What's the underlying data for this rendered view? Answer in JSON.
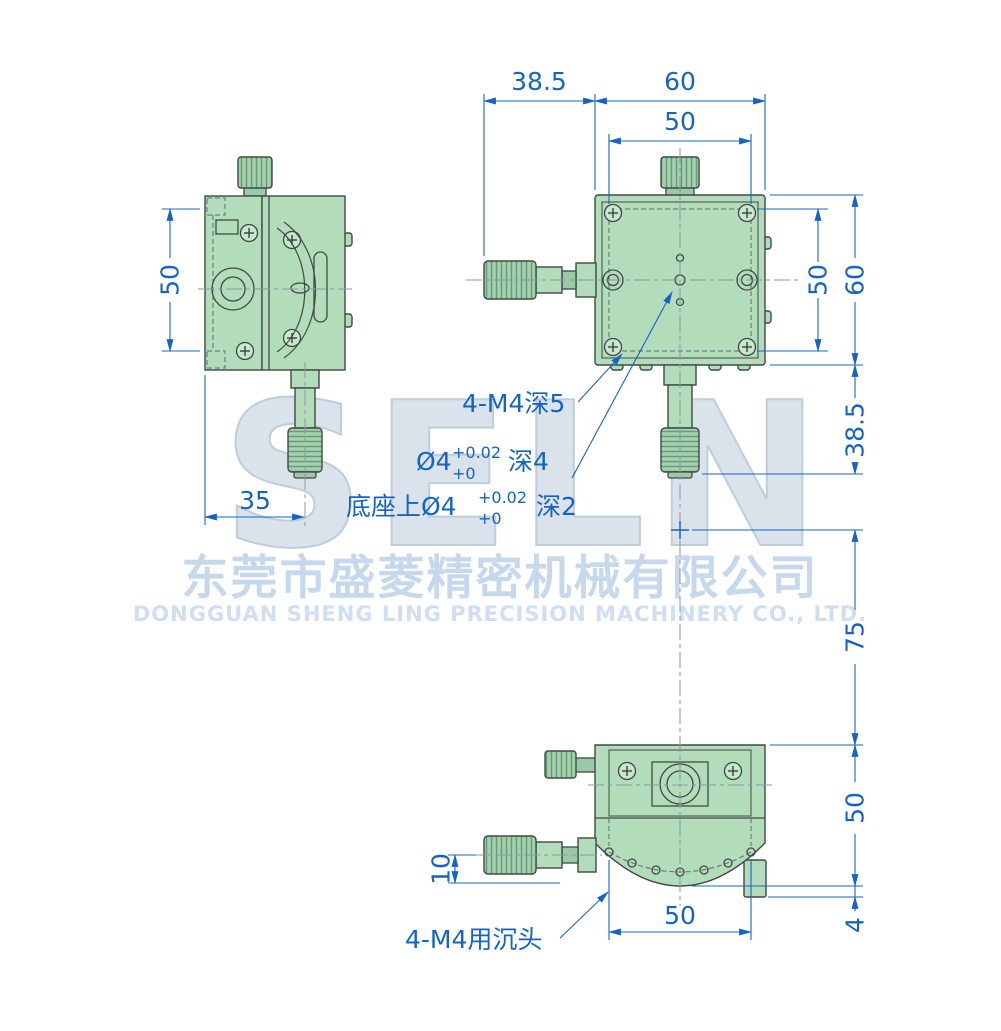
{
  "watermark": {
    "logo": "SELN",
    "company_cn": "东莞市盛菱精密机械有限公司",
    "company_en": "DONGGUAN SHENG LING PRECISION MACHINERY CO., LTD."
  },
  "dims": {
    "mic_left_width": "38.5",
    "body_width": "60",
    "bolt_span_h": "50",
    "bolt_span_v": "50",
    "body_height": "60",
    "mic_drop": "38.5",
    "side_bolt_span": "50",
    "side_width": "35",
    "center_to_bottom": "75",
    "bottom_height": "50",
    "lip": "4",
    "mic_axis_offset": "10",
    "bottom_bolt_span": "50"
  },
  "annotations": {
    "m4_tap": "4-M4深5",
    "pin_hole_prefix": "Ø4",
    "pin_hole_tol_upper": "+0.02",
    "pin_hole_tol_lower": "+0",
    "pin_hole_suffix": "深4",
    "base_hole_prefix": "底座上Ø4",
    "base_hole_tol_upper": "+0.02",
    "base_hole_tol_lower": "+0",
    "base_hole_suffix": "深2",
    "countersunk_note": "4-M4用沉头"
  },
  "colors": {
    "dimension_blue": "#1464c8",
    "body_green": "#b3dcbb",
    "outline_dark": "#3f4a44",
    "watermark_gray": "#d6dfe9",
    "watermark_blue": "#bcd2ea"
  }
}
